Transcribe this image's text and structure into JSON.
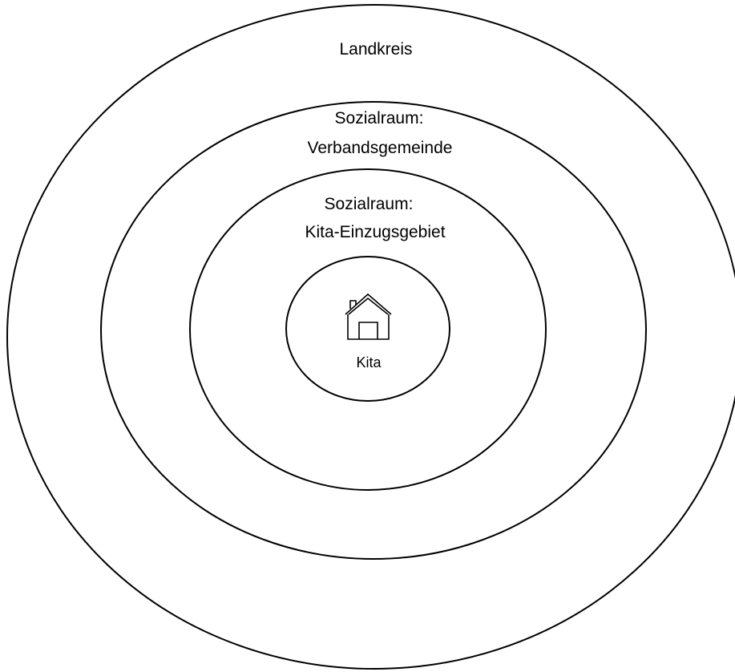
{
  "diagram": {
    "rings": [
      {
        "id": "landkreis",
        "lines": [
          "Landkreis"
        ]
      },
      {
        "id": "verbandsgemeinde",
        "lines": [
          "Sozialraum:",
          "Verbandsgemeinde"
        ]
      },
      {
        "id": "einzugsgebiet",
        "lines": [
          "Sozialraum:",
          "Kita-Einzugsgebiet"
        ]
      },
      {
        "id": "kita",
        "lines": [
          "Kita"
        ],
        "icon": "house-icon"
      }
    ],
    "colors": {
      "stroke": "#000000",
      "background": "#ffffff",
      "text": "#000000"
    }
  }
}
